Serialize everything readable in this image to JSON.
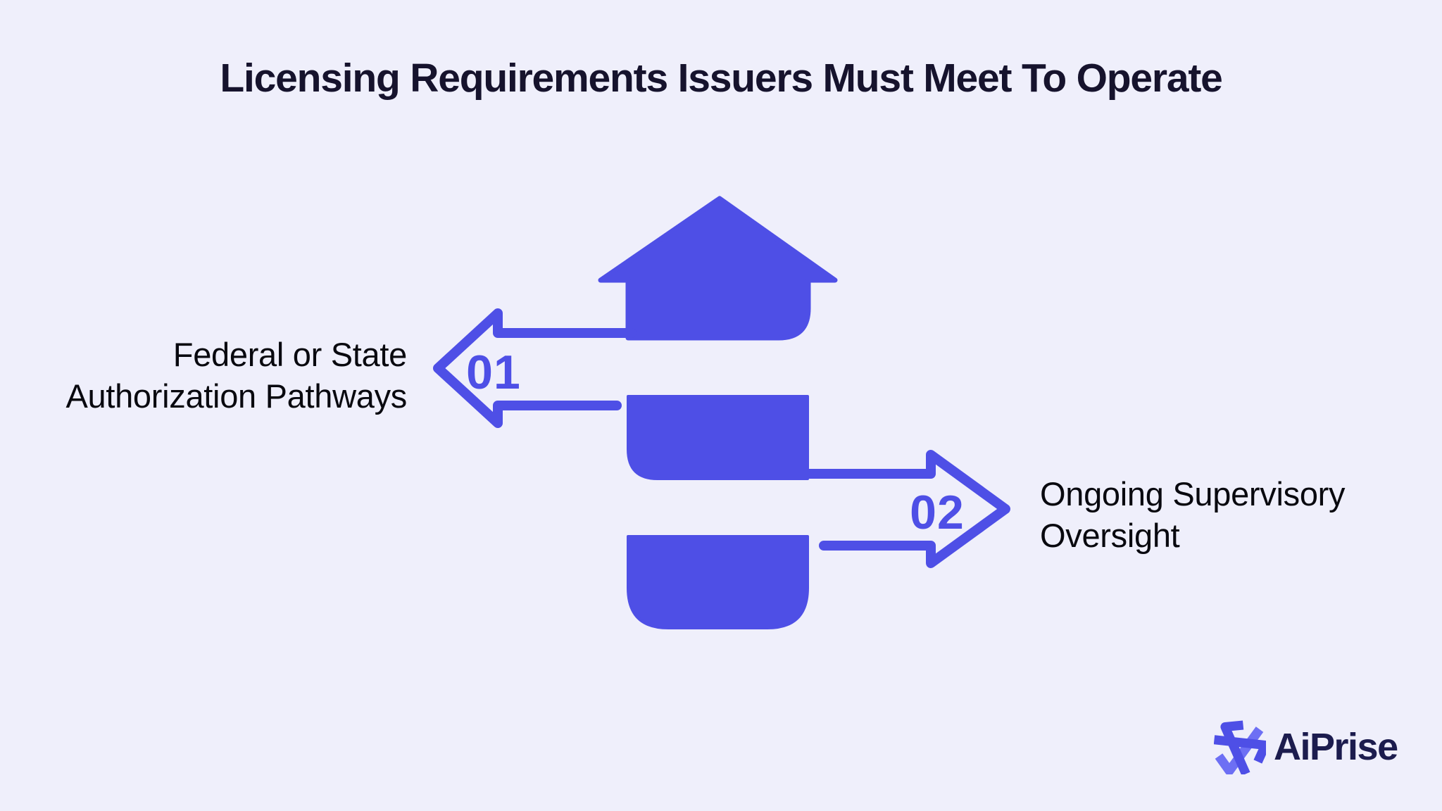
{
  "title": "Licensing Requirements Issuers Must Meet To Operate",
  "steps": [
    {
      "number": "01",
      "label_line1": "Federal or State",
      "label_line2": "Authorization Pathways",
      "direction": "left"
    },
    {
      "number": "02",
      "label_line1": "Ongoing Supervisory",
      "label_line2": "Oversight",
      "direction": "right"
    }
  ],
  "brand": {
    "name": "AiPrise",
    "logo_icon": "aiprise-triangle-knot-mark"
  },
  "colors": {
    "background": "#EFEFFB",
    "accent": "#4E4FE6",
    "accent_light": "#6D6FF4",
    "title_text": "#16132D",
    "label_text": "#09090F",
    "brand_text": "#1C1C4E"
  }
}
